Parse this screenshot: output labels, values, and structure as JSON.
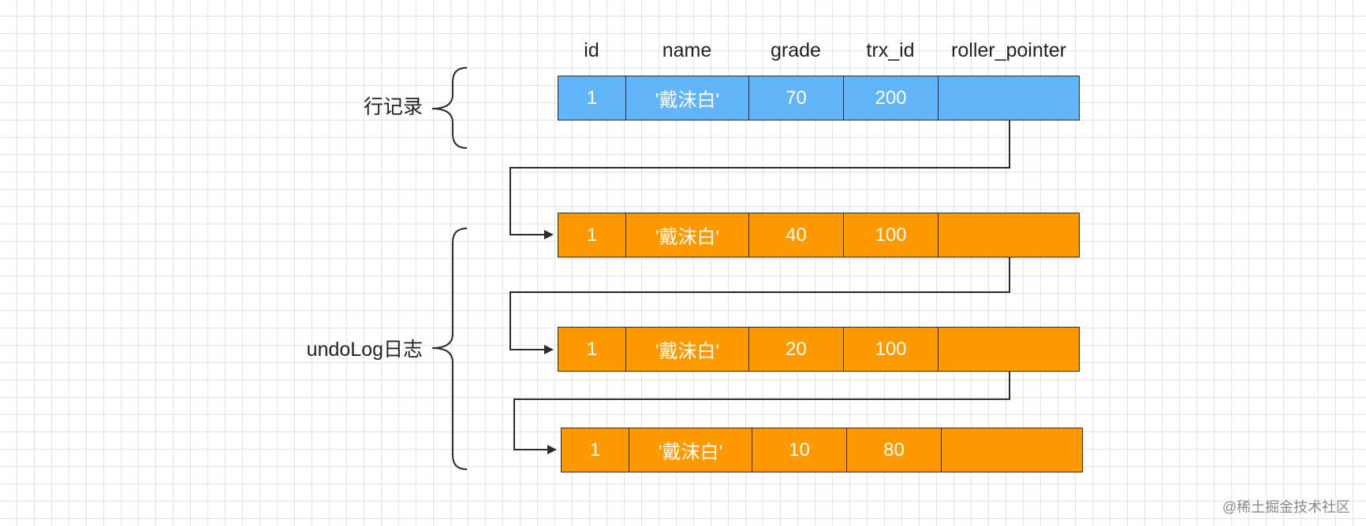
{
  "columns": [
    "id",
    "name",
    "grade",
    "trx_id",
    "roller_pointer"
  ],
  "labels": {
    "row_record": "行记录",
    "undo_log": "undoLog日志"
  },
  "colors": {
    "row_record_fill": "#62b5f8",
    "undo_fill": "#ff9900",
    "border": "#2b2b2b",
    "grid": "#e4e4e4"
  },
  "row_record": {
    "id": "1",
    "name": "'戴沫白'",
    "grade": "70",
    "trx_id": "200",
    "roller_pointer": ""
  },
  "undo_rows": [
    {
      "id": "1",
      "name": "'戴沫白'",
      "grade": "40",
      "trx_id": "100",
      "roller_pointer": ""
    },
    {
      "id": "1",
      "name": "'戴沫白'",
      "grade": "20",
      "trx_id": "100",
      "roller_pointer": ""
    },
    {
      "id": "1",
      "name": "'戴沫白'",
      "grade": "10",
      "trx_id": "80",
      "roller_pointer": ""
    }
  ],
  "watermark": "@稀土掘金技术社区"
}
